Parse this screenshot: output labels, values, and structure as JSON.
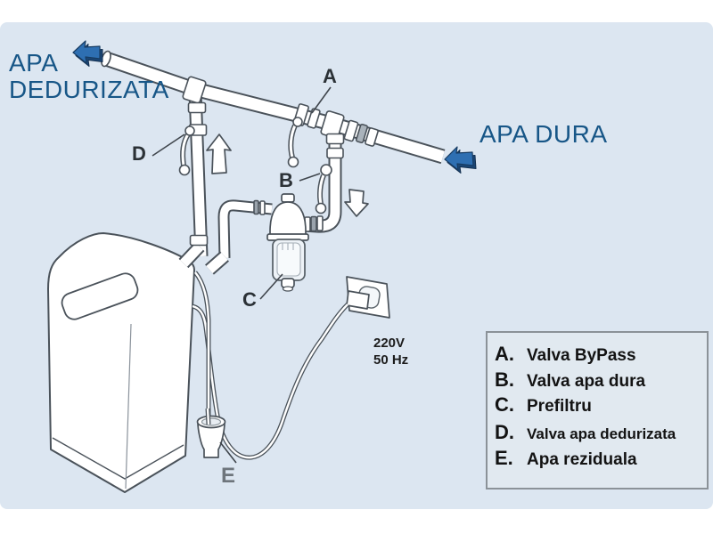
{
  "flow_labels": {
    "softened_line1": "APA",
    "softened_line2": "DEDURIZATA",
    "hard": "APA DURA"
  },
  "power_label": {
    "line1": "220V",
    "line2": "50 Hz"
  },
  "callouts": {
    "a": "A",
    "b": "B",
    "c": "C",
    "d": "D",
    "e": "E"
  },
  "legend": {
    "items": [
      {
        "letter": "A.",
        "label": "Valva ByPass"
      },
      {
        "letter": "B.",
        "label": "Valva apa dura"
      },
      {
        "letter": "C.",
        "label": "Prefiltru"
      },
      {
        "letter": "D.",
        "label": "Valva apa dedurizata"
      },
      {
        "letter": "E.",
        "label": "Apa reziduala"
      }
    ]
  },
  "colors": {
    "page_background": "#ffffff",
    "canvas_background": "#dce6f1",
    "line_art": "#4a525a",
    "flow_text": "#175687",
    "arrow_blue_face": "#2e6fb2",
    "arrow_blue_shadow": "#1b4675",
    "legend_background": "#e1e9f0",
    "legend_border": "#8b9298",
    "callout_e_gray": "#6e757c"
  }
}
